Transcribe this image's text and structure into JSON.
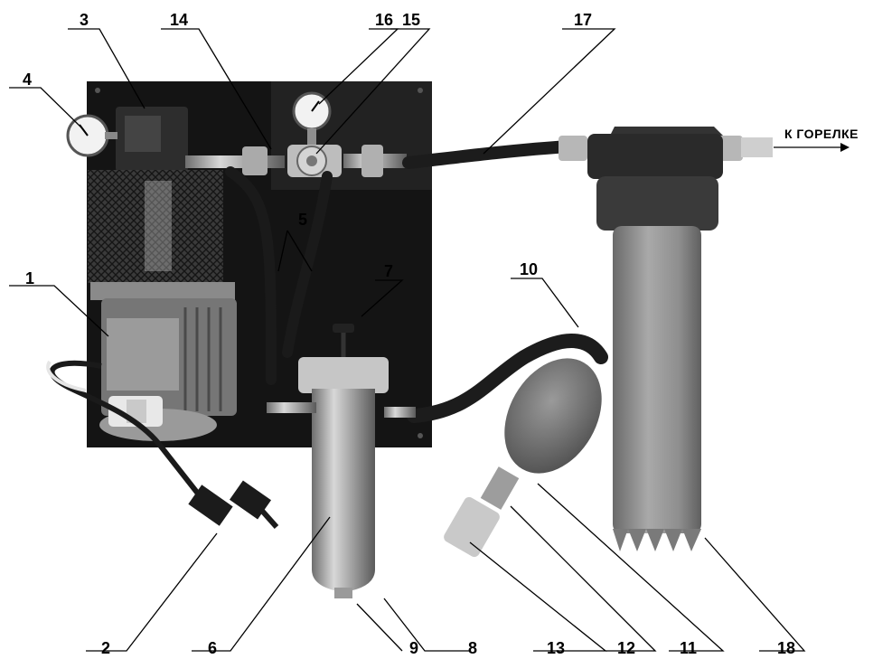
{
  "labels": {
    "l1": "1",
    "l2": "2",
    "l3": "3",
    "l4": "4",
    "l5": "5",
    "l6": "6",
    "l7": "7",
    "l8": "8",
    "l9": "9",
    "l10": "10",
    "l11": "11",
    "l12": "12",
    "l13": "13",
    "l14": "14",
    "l15": "15",
    "l16": "16",
    "l17": "17",
    "l18": "18"
  },
  "destination_label": "К ГОРЕЛКЕ"
}
